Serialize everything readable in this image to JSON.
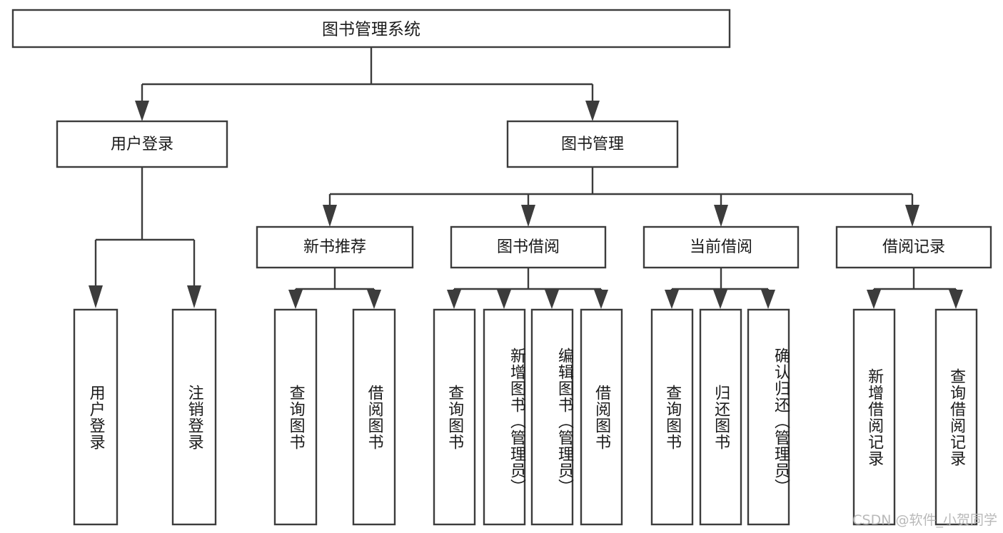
{
  "diagram": {
    "title": "图书管理系统",
    "type": "hierarchy-tree",
    "watermark": "CSDN @软件_小贺同学",
    "colors": {
      "box_stroke": "#3c3c3c",
      "box_fill": "#ffffff",
      "text": "#1a1a1a",
      "watermark": "#b9b9b9",
      "background": "#ffffff"
    },
    "root": {
      "label": "图书管理系统"
    },
    "level1": [
      {
        "label": "用户登录"
      },
      {
        "label": "图书管理"
      }
    ],
    "level2": [
      {
        "label": "新书推荐"
      },
      {
        "label": "图书借阅"
      },
      {
        "label": "当前借阅"
      },
      {
        "label": "借阅记录"
      }
    ],
    "leaves": {
      "user_login": [
        {
          "label": "用户登录"
        },
        {
          "label": "注销登录"
        }
      ],
      "new_book_recommend": [
        {
          "label": "查询图书"
        },
        {
          "label": "借阅图书"
        }
      ],
      "book_borrow": [
        {
          "label": "查询图书"
        },
        {
          "label": "新增图书（管理员）"
        },
        {
          "label": "编辑图书（管理员）"
        },
        {
          "label": "借阅图书"
        }
      ],
      "current_borrow": [
        {
          "label": "查询图书"
        },
        {
          "label": "归还图书"
        },
        {
          "label": "确认归还（管理员）"
        }
      ],
      "borrow_record": [
        {
          "label": "新增借阅记录"
        },
        {
          "label": "查询借阅记录"
        }
      ]
    }
  }
}
